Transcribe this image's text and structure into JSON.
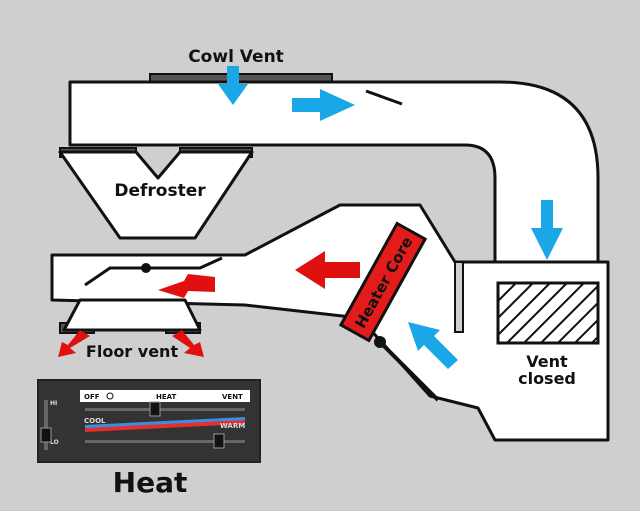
{
  "labels": {
    "cowl_vent": "Cowl Vent",
    "defroster": "Defroster",
    "heater_core": "Heater Core",
    "vent_line1": "Vent",
    "vent_line2": "closed",
    "floor_vent": "Floor vent",
    "mode_title": "Heat"
  },
  "control_panel": {
    "hi": "HI",
    "lo": "LO",
    "off": "OFF",
    "heat": "HEAT",
    "vent": "VENT",
    "cool": "COOL",
    "warm": "WARM"
  },
  "colors": {
    "background": "#cfcfcf",
    "duct_fill": "#ffffff",
    "duct_stroke": "#111111",
    "cool_air_arrow": "#1aa7e8",
    "warm_air_arrow": "#e01010",
    "heater_core_fill": "#e31b1b",
    "panel_bg": "#333333"
  }
}
